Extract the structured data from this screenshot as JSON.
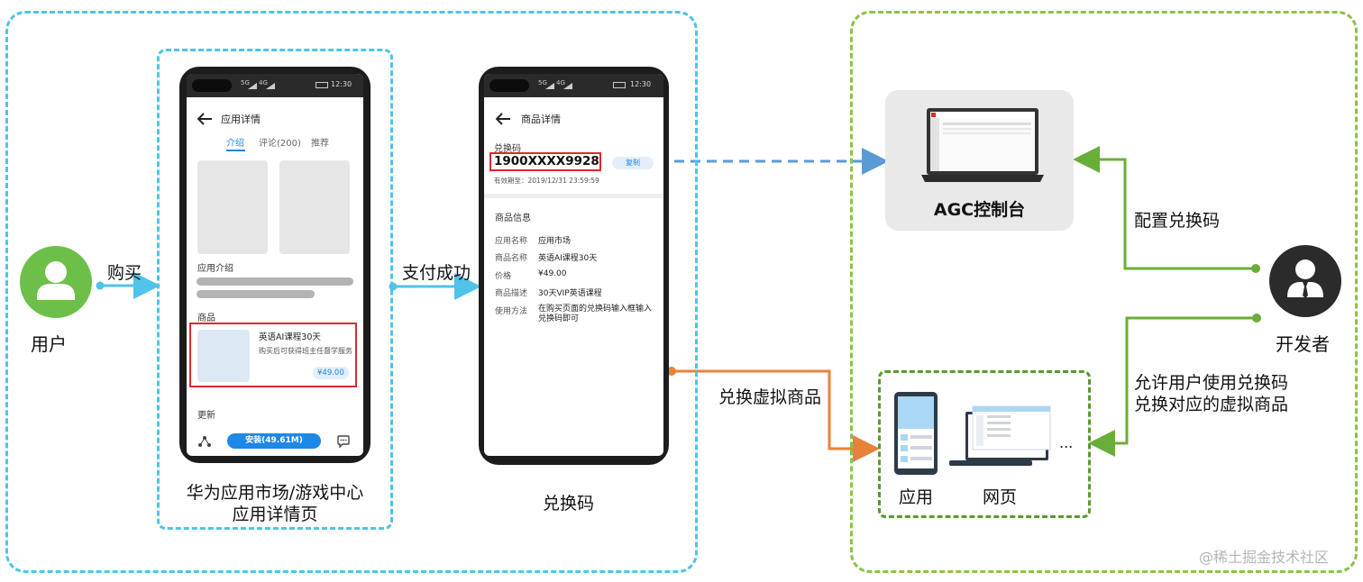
{
  "labels": {
    "user": "用户",
    "buy": "购买",
    "pay_success": "支付成功",
    "market_page_line1": "华为应用市场/游戏中心",
    "market_page_line2": "应用详情页",
    "redeem_code": "兑换码",
    "exchange_virtual": "兑换虚拟商品",
    "agc_console": "AGC控制台",
    "config_code": "配置兑换码",
    "developer": "开发者",
    "allow_line1": "允许用户使用兑换码",
    "allow_line2": "兑换对应的虚拟商品",
    "app": "应用",
    "web": "网页",
    "ellipsis": "...",
    "watermark": "@稀土掘金技术社区"
  },
  "phone1": {
    "status_net1": "5G",
    "status_net2": "4G",
    "time": "12:30",
    "title": "应用详情",
    "tabs": [
      "介绍",
      "评论(200)",
      "推荐"
    ],
    "intro_label": "应用介绍",
    "goods_label": "商品",
    "product_name": "英语AI课程30天",
    "product_desc": "购买后可获得班主任督学服务",
    "product_price": "¥49.00",
    "update_label": "更新",
    "install_button": "安装(49.61M)"
  },
  "phone2": {
    "status_net1": "5G",
    "status_net2": "4G",
    "time": "12:30",
    "title": "商品详情",
    "code_label": "兑换码",
    "code_value": "1900XXXX9928",
    "copy_button": "复制",
    "validity": "有效期至：2019/12/31 23:59:59",
    "info_title": "商品信息",
    "rows": [
      {
        "key": "应用名称",
        "val": "应用市场"
      },
      {
        "key": "商品名称",
        "val": "英语AI课程30天"
      },
      {
        "key": "价格",
        "val": "¥49.00"
      },
      {
        "key": "商品描述",
        "val": "30天VIP英语课程"
      },
      {
        "key": "使用方法",
        "val": "在购买页面的兑换码输入框输入兑换码即可"
      }
    ]
  },
  "colors": {
    "blue_dash": "#4fc3ea",
    "green_dash": "#8cc14c",
    "user_green": "#6cc04a",
    "arrow_orange": "#e8823a",
    "arrow_blue": "#5b9bd5",
    "highlight_red": "#e0282e",
    "install_blue": "#1e88e5"
  }
}
